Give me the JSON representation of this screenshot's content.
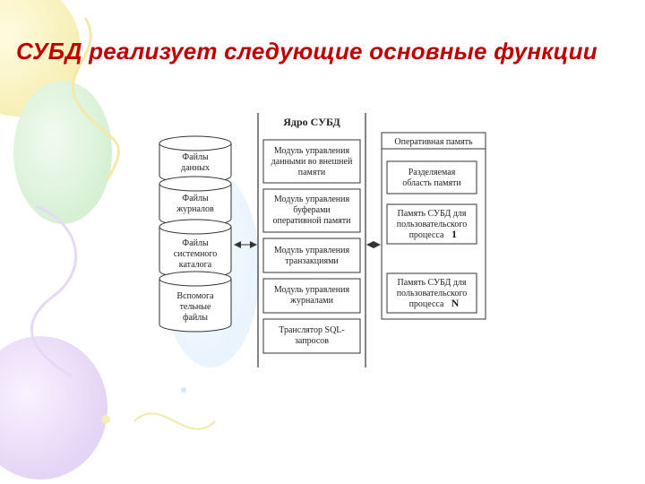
{
  "slide": {
    "title": "СУБД реализует следующие основные функции"
  },
  "diagram": {
    "core_label": "Ядро СУБД",
    "storage": [
      {
        "line1": "Файлы",
        "line2": "данных",
        "line3": ""
      },
      {
        "line1": "Файлы",
        "line2": "журналов",
        "line3": ""
      },
      {
        "line1": "Файлы",
        "line2": "системного",
        "line3": "каталога"
      },
      {
        "line1": "Вспомога",
        "line2": "тельные",
        "line3": "файлы"
      }
    ],
    "modules": [
      {
        "line1": "Модуль управления",
        "line2": "данными во внешней",
        "line3": "памяти"
      },
      {
        "line1": "Модуль управления",
        "line2": "буферами",
        "line3": "оперативной памяти"
      },
      {
        "line1": "Модуль управления",
        "line2": "транзакциями",
        "line3": ""
      },
      {
        "line1": "Модуль управления",
        "line2": "журналами",
        "line3": ""
      },
      {
        "line1": "Транслятор SQL-",
        "line2": "запросов",
        "line3": ""
      }
    ],
    "memory_label": "Оперативная память",
    "memory_blocks": [
      {
        "line1": "Разделяемая",
        "line2": "область памяти",
        "line3": ""
      },
      {
        "line1": "Память СУБД для",
        "line2": "пользовательского",
        "line3": "процесса",
        "num": "1"
      },
      {
        "line1": "Память СУБД для",
        "line2": "пользовательского",
        "line3": "процесса",
        "num": "N"
      }
    ]
  },
  "colors": {
    "title": "#c00000",
    "lines": "#333333"
  }
}
